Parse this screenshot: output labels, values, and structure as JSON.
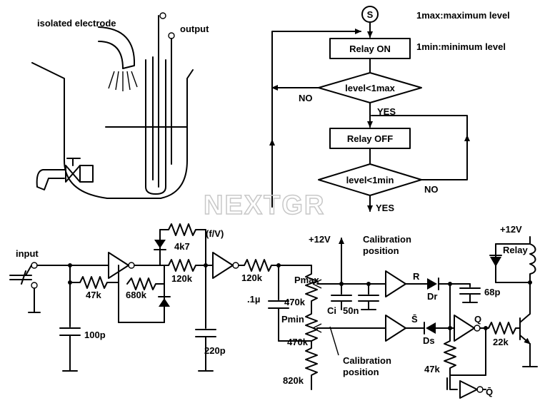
{
  "tank": {
    "electrode_label": "isolated electrode",
    "output_label": "output"
  },
  "flowchart": {
    "start": "S",
    "legend_max": "1max:maximum level",
    "legend_min": "1min:minimum level",
    "relay_on": "Relay ON",
    "relay_off": "Relay OFF",
    "decision_max": "level<1max",
    "decision_min": "level<1min",
    "no_1": "NO",
    "yes_1": "YES",
    "no_2": "NO",
    "yes_2": "YES"
  },
  "watermark": "NEXTGR",
  "circuit": {
    "input": "input",
    "r47k": "47k",
    "c100p": "100p",
    "r680k": "680k",
    "r4k7": "4k7",
    "r120k_a": "120k",
    "fv": "(f/V)",
    "c220p": "220p",
    "r120k_b": "120k",
    "c1u": ".1µ",
    "v12_a": "+12V",
    "cal_pos_1": "Calibration position",
    "pmax": "Pmax",
    "r470k_a": "470k",
    "pmin": "Pmin",
    "r470k_b": "470k",
    "r820k": "820k",
    "cal_pos_2": "Calibration position",
    "ci": "Ci",
    "c50n": "50n",
    "r_label": "R",
    "dr": "Dr",
    "c68p": "68p",
    "s_bar": "S̄",
    "ds": "Ds",
    "q": "Q",
    "q_bar": "Q̄",
    "r47k_b": "47k",
    "r22k": "22k",
    "v12_b": "+12V",
    "relay": "Relay"
  }
}
